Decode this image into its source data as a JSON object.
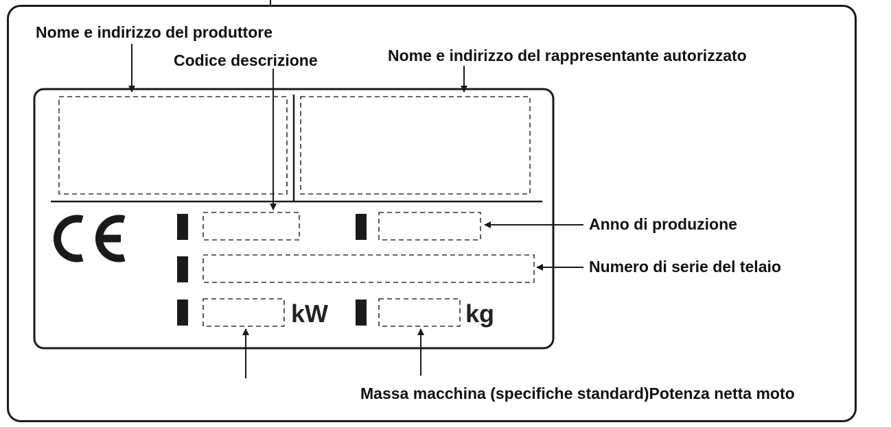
{
  "labels": {
    "manufacturer": "Nome e indirizzo del produttore",
    "description_code": "Codice descrizione",
    "authorized_rep": "Nome e indirizzo del rappresentante autorizzato",
    "production_year": "Anno di produzione",
    "frame_serial": "Numero di serie del telaio",
    "bottom_caption": "Massa macchina (specifiche standard)Potenza netta moto"
  },
  "plate": {
    "ce_mark": "CE",
    "unit_power": "kW",
    "unit_mass": "kg"
  },
  "colors": {
    "ink": "#1a1a1a"
  }
}
